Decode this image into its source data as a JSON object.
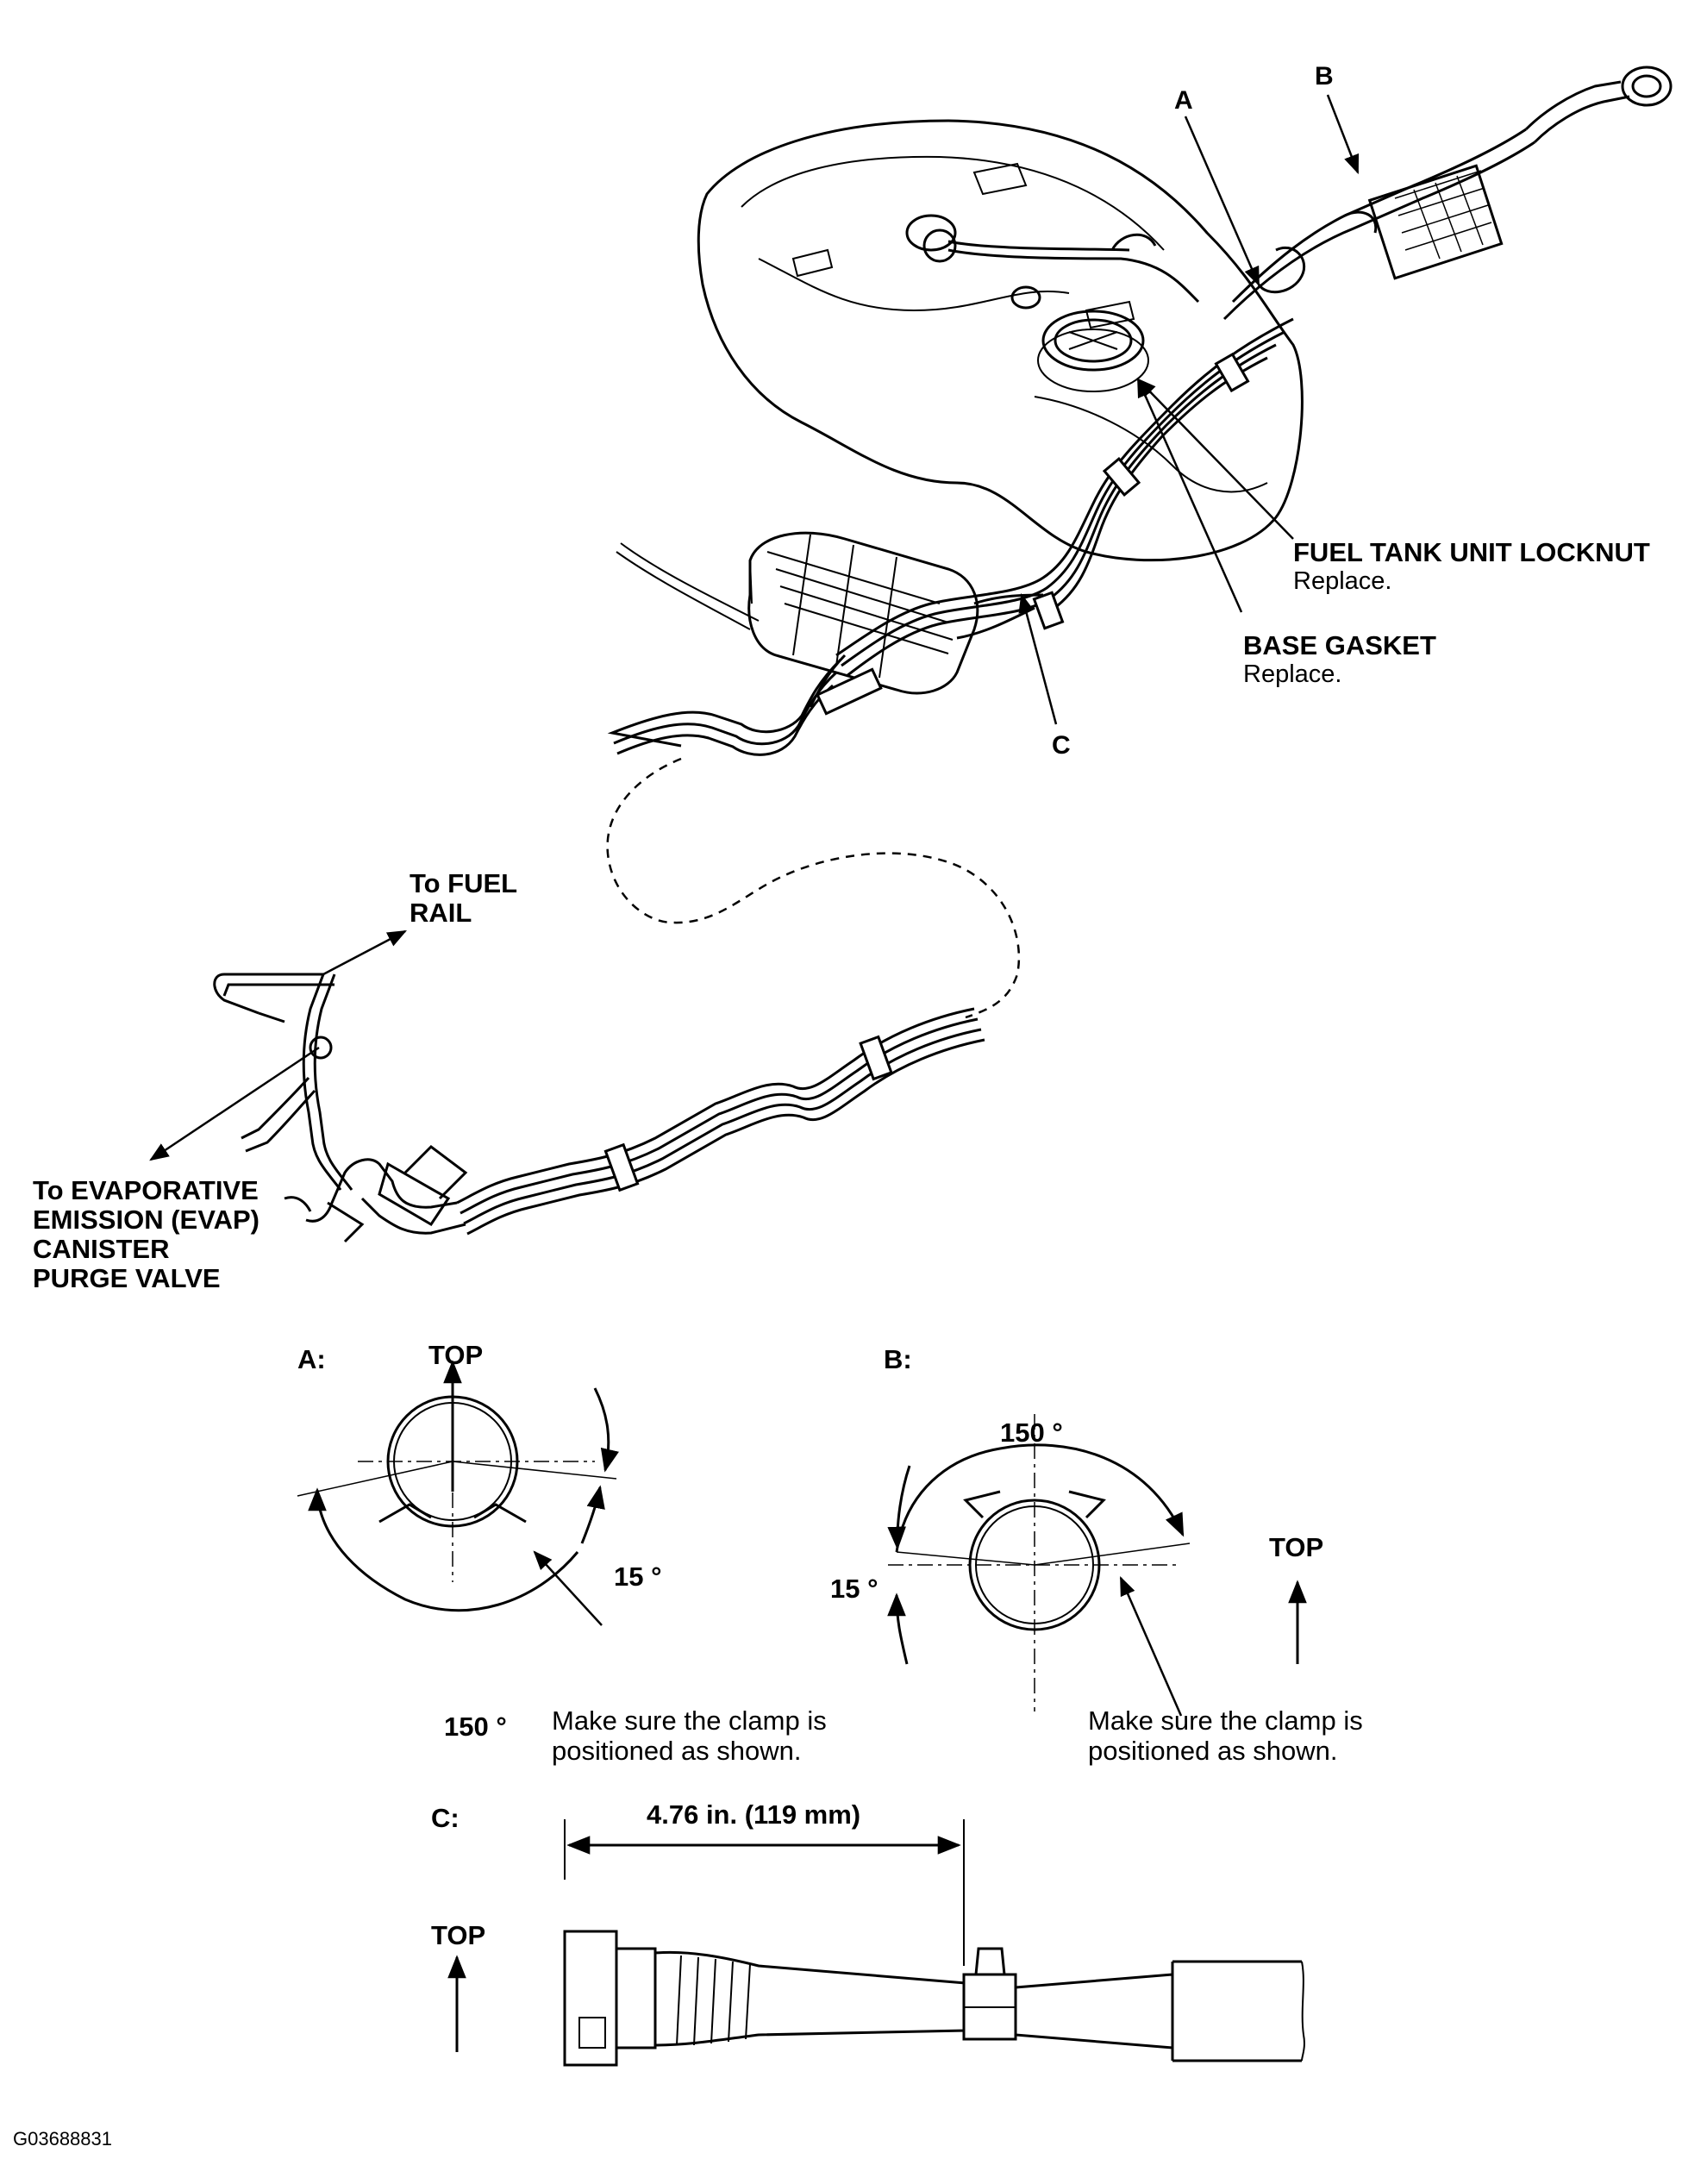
{
  "callouts": {
    "a": "A",
    "b": "B",
    "c": "C",
    "locknut_title": "FUEL TANK UNIT LOCKNUT",
    "locknut_note": "Replace.",
    "gasket_title": "BASE GASKET",
    "gasket_note": "Replace.",
    "fuel_rail_line1": "To FUEL",
    "fuel_rail_line2": "RAIL",
    "evap_line1": "To EVAPORATIVE",
    "evap_line2": "EMISSION (EVAP)",
    "evap_line3": "CANISTER",
    "evap_line4": "PURGE VALVE"
  },
  "detail_a": {
    "label": "A:",
    "top": "TOP",
    "angle_small": "15 °",
    "angle_large": "150 °",
    "note": "Make sure the clamp is positioned as shown."
  },
  "detail_b": {
    "label": "B:",
    "top": "TOP",
    "angle_small": "15 °",
    "angle_large": "150 °",
    "note": "Make sure the clamp is positioned as shown."
  },
  "detail_c": {
    "label": "C:",
    "top": "TOP",
    "dimension": "4.76 in. (119 mm)"
  },
  "figure_id": "G03688831"
}
